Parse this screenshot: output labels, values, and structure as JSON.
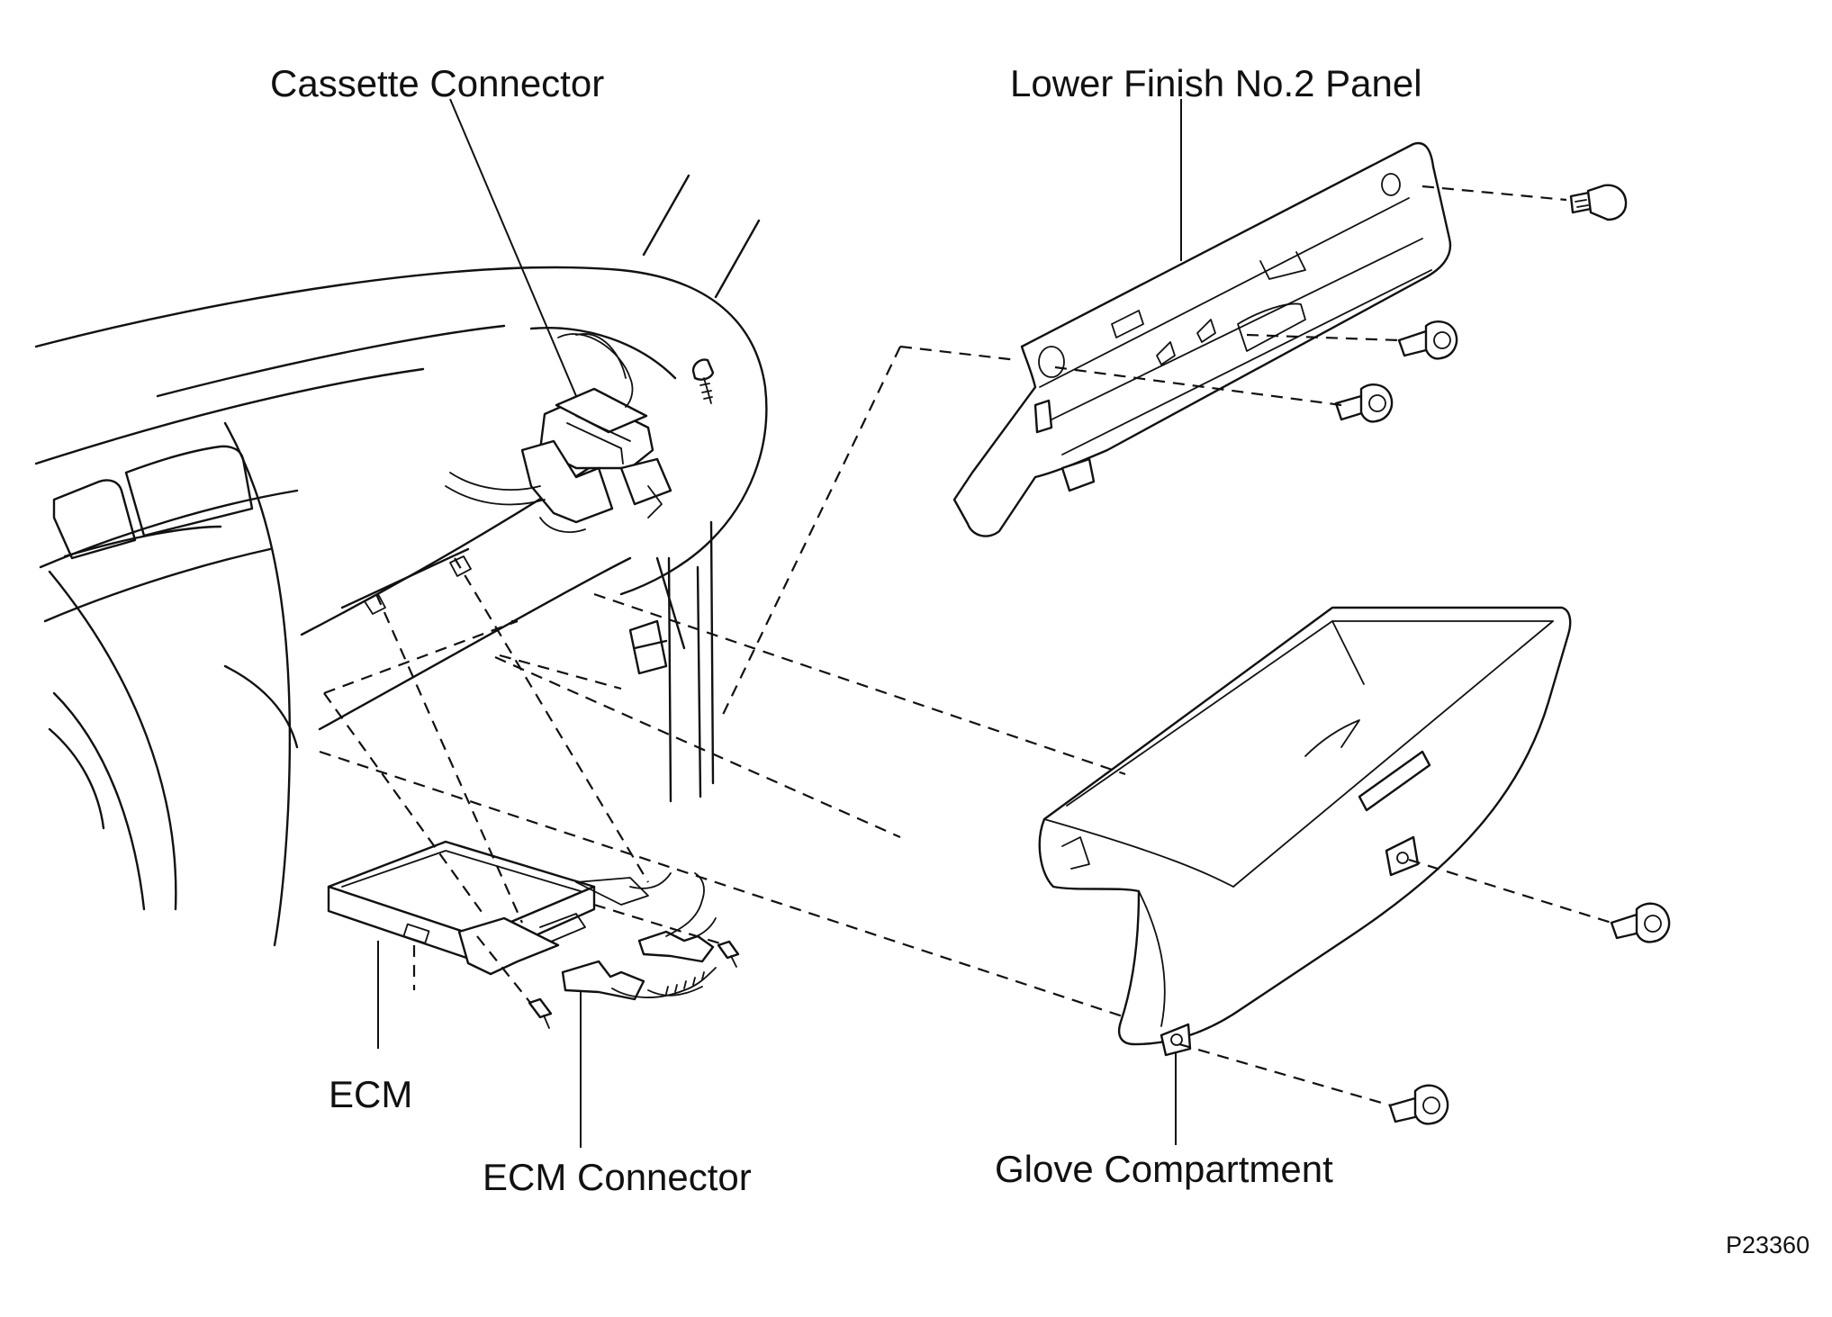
{
  "labels": {
    "cassette_connector": "Cassette Connector",
    "lower_finish_panel": "Lower Finish No.2 Panel",
    "ecm": "ECM",
    "ecm_connector": "ECM Connector",
    "glove_compartment": "Glove Compartment",
    "figure_code": "P23360"
  }
}
